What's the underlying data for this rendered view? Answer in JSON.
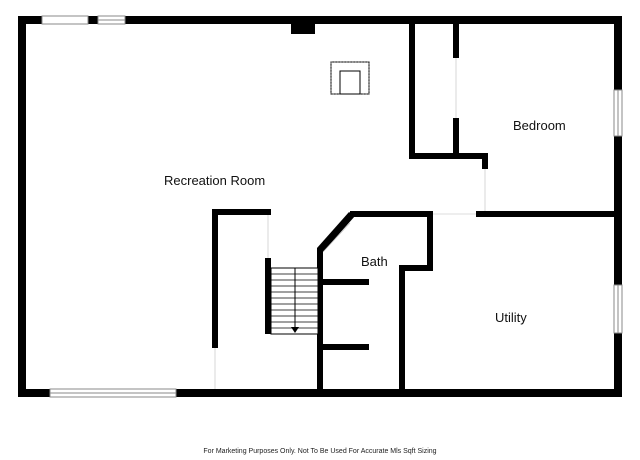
{
  "plan": {
    "rooms": [
      {
        "id": "recreation-room",
        "label": "Recreation Room"
      },
      {
        "id": "bedroom",
        "label": "Bedroom"
      },
      {
        "id": "bath",
        "label": "Bath"
      },
      {
        "id": "utility",
        "label": "Utility"
      }
    ],
    "footer": "For Marketing Purposes Only. Not To Be Used For Accurate Mls Sqft Sizing"
  },
  "colors": {
    "wall": "#000000",
    "background": "#ffffff",
    "window": "#8a8a8a"
  }
}
